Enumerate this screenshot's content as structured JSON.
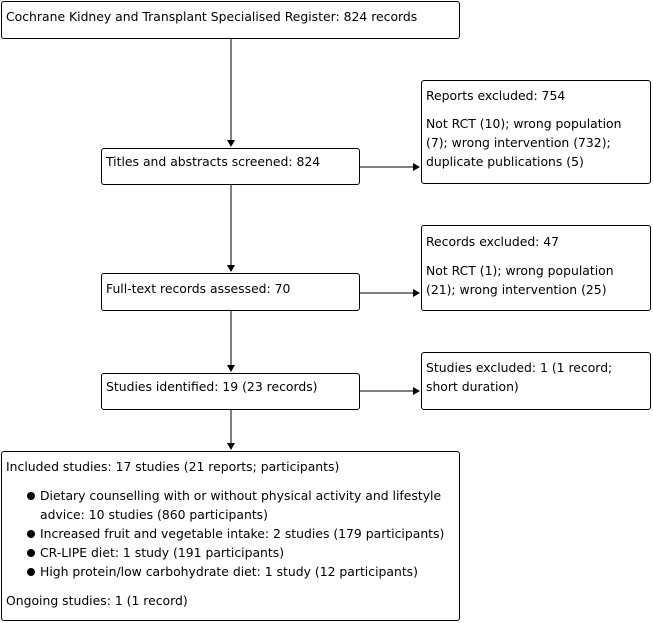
{
  "register": {
    "text": "Cochrane Kidney and Transplant Specialised Register: 824 records"
  },
  "screened": {
    "text": "Titles and abstracts screened: 824"
  },
  "fulltext": {
    "text": "Full-text records assessed: 70"
  },
  "identified": {
    "text": "Studies identified: 19 (23 records)"
  },
  "reports_excluded": {
    "title": "Reports excluded: 754",
    "lines": [
      "Not RCT (10); wrong population",
      "(7); wrong intervention (732);",
      "duplicate publications (5)"
    ]
  },
  "records_excluded": {
    "title": "Records excluded: 47",
    "lines": [
      "Not RCT (1); wrong population",
      "(21); wrong intervention (25)"
    ]
  },
  "studies_excluded": {
    "lines": [
      "Studies excluded: 1 (1 record;",
      "short duration)"
    ]
  },
  "included": {
    "title": "Included studies: 17 studies (21 reports; participants)",
    "items": [
      {
        "lines": [
          "Dietary counselling with or without physical activity and lifestyle",
          "advice: 10 studies (860 participants)"
        ]
      },
      {
        "lines": [
          "Increased fruit and vegetable intake: 2 studies (179 participants)"
        ]
      },
      {
        "lines": [
          "CR-LIPE diet: 1 study (191 participants)"
        ]
      },
      {
        "lines": [
          "High protein/low carbohydrate diet: 1 study (12 participants)"
        ]
      }
    ],
    "ongoing": "Ongoing studies: 1 (1 record)"
  }
}
